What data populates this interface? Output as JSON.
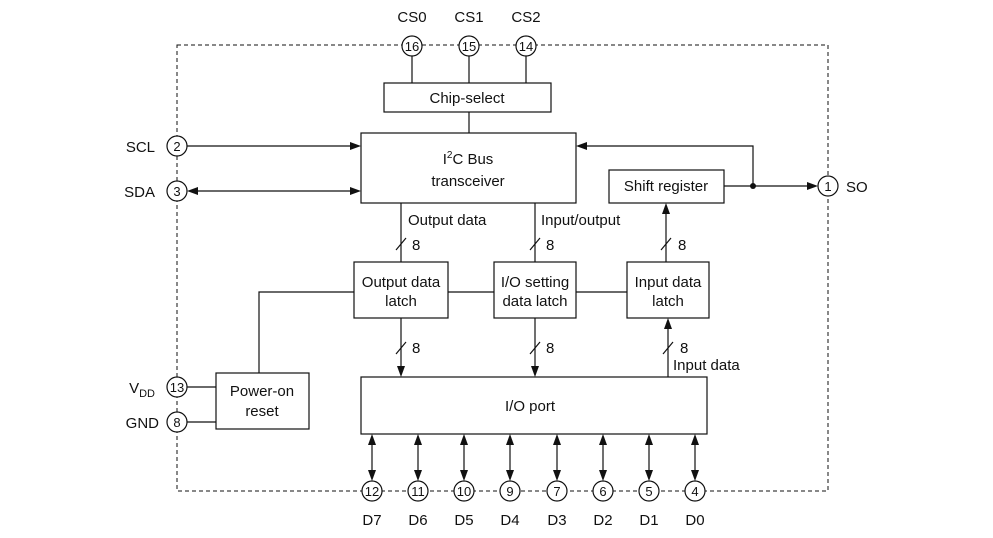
{
  "blocks": {
    "chip_select": "Chip-select",
    "i2c_line1": "I",
    "i2c_sup": "2",
    "i2c_line1_rest": "C Bus",
    "i2c_line2": "transceiver",
    "shift_register": "Shift register",
    "output_latch_line1": "Output data",
    "output_latch_line2": "latch",
    "io_latch_line1": "I/O setting",
    "io_latch_line2": "data latch",
    "input_latch_line1": "Input data",
    "input_latch_line2": "latch",
    "io_port": "I/O port",
    "power_on_line1": "Power-on",
    "power_on_line2": "reset"
  },
  "bus_labels": {
    "output_data": "Output data",
    "input_output": "Input/output",
    "input_data": "Input data",
    "bus_width": "8"
  },
  "top_pins": [
    {
      "number": "16",
      "name": "CS0"
    },
    {
      "number": "15",
      "name": "CS1"
    },
    {
      "number": "14",
      "name": "CS2"
    }
  ],
  "left_pins": [
    {
      "number": "2",
      "name": "SCL"
    },
    {
      "number": "3",
      "name": "SDA"
    },
    {
      "number": "13",
      "name_main": "V",
      "name_sub": "DD"
    },
    {
      "number": "8",
      "name": "GND"
    }
  ],
  "right_pins": [
    {
      "number": "1",
      "name": "SO"
    }
  ],
  "bottom_pins": [
    {
      "number": "12",
      "name": "D7"
    },
    {
      "number": "11",
      "name": "D6"
    },
    {
      "number": "10",
      "name": "D5"
    },
    {
      "number": "9",
      "name": "D4"
    },
    {
      "number": "7",
      "name": "D3"
    },
    {
      "number": "6",
      "name": "D2"
    },
    {
      "number": "5",
      "name": "D1"
    },
    {
      "number": "4",
      "name": "D0"
    }
  ]
}
